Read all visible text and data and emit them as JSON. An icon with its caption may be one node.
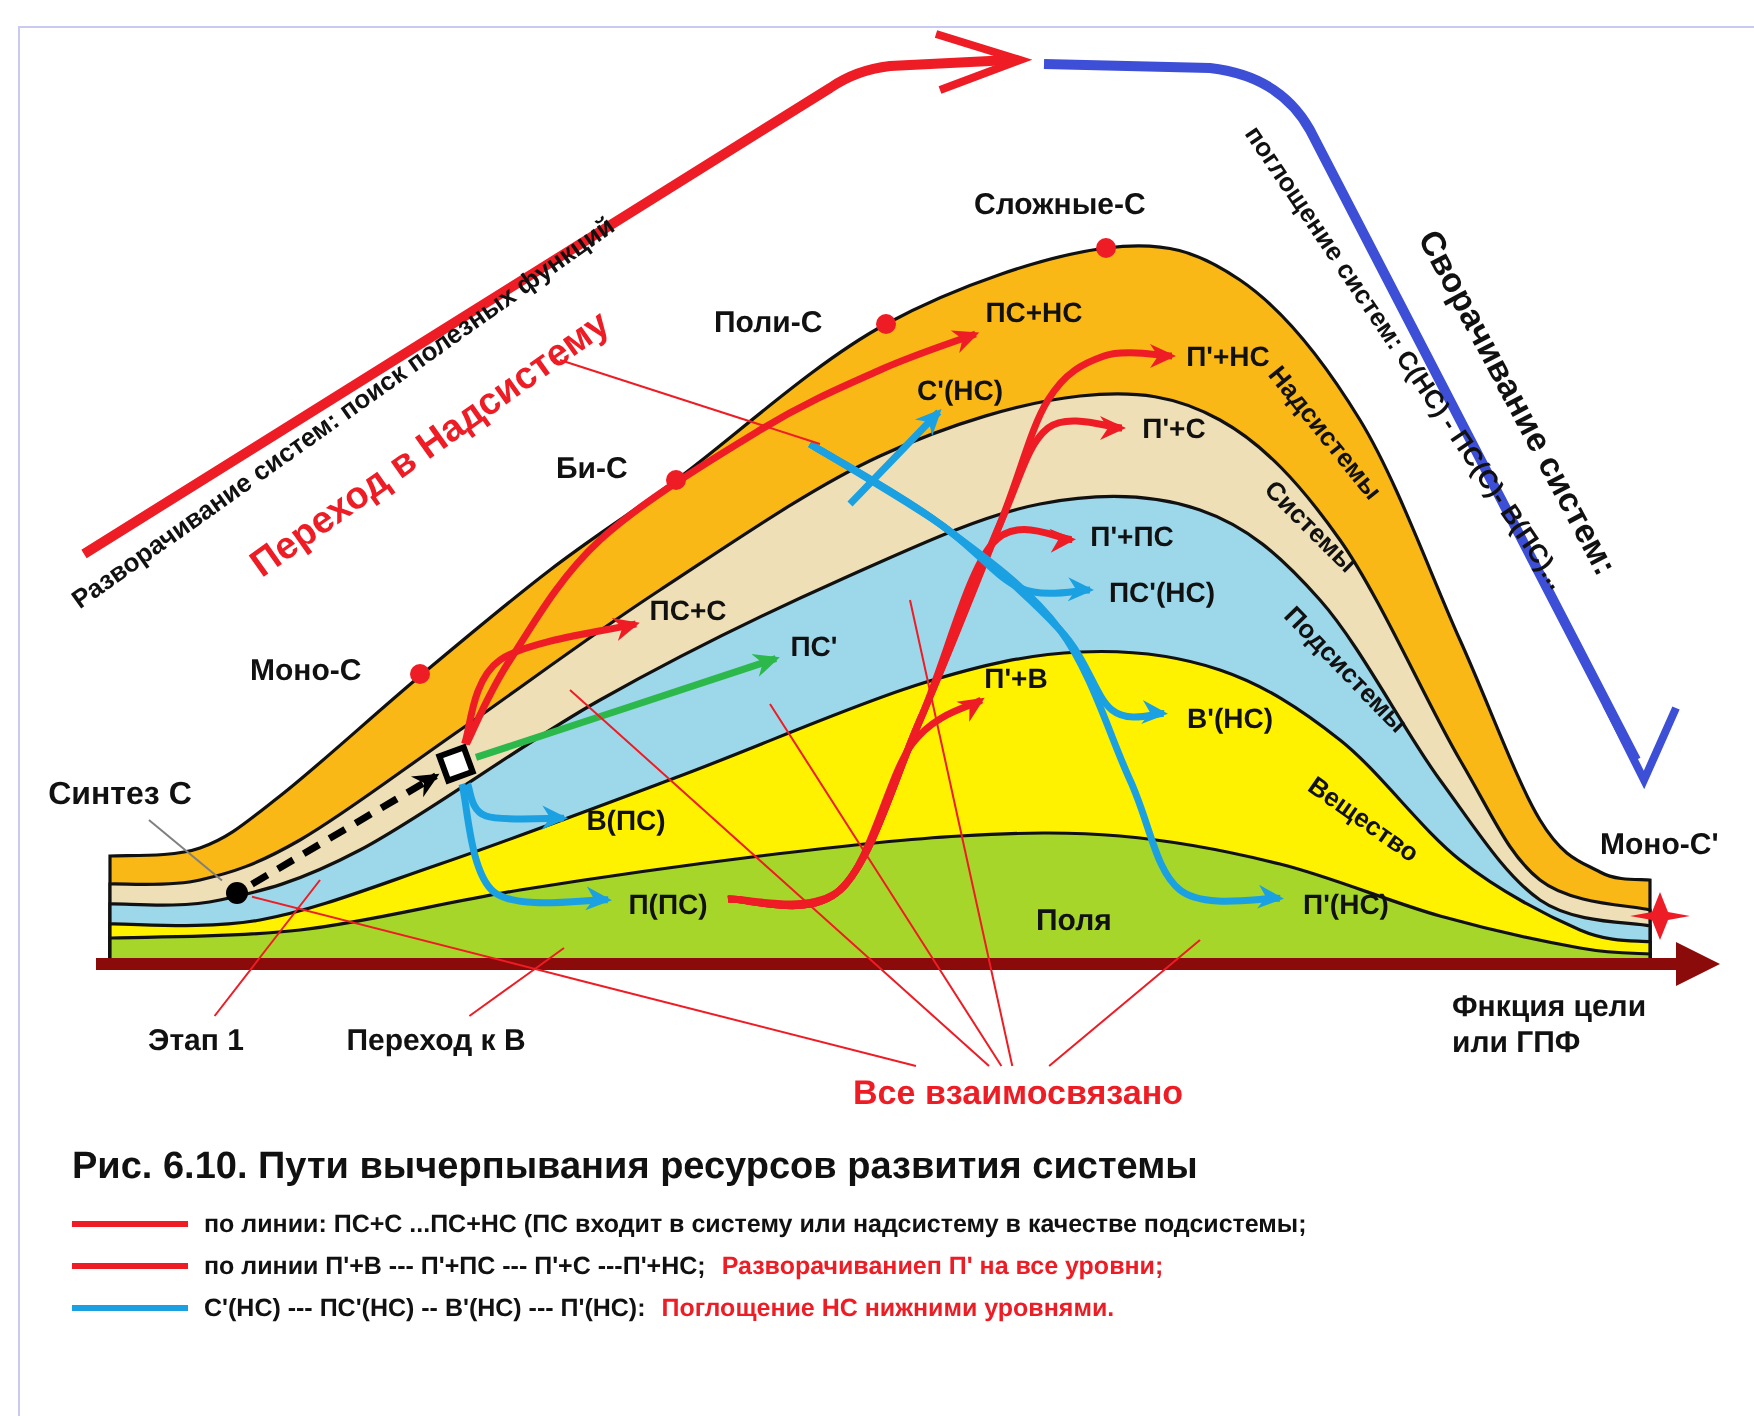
{
  "diagram": {
    "caption": "Рис. 6.10. Пути вычерпывания ресурсов развития системы",
    "nodes": [
      {
        "text": [],
        "shape": "circle"
      },
      {
        "text": [],
        "shape": "box"
      },
      {
        "text": [
          "ПС+С"
        ]
      },
      {
        "text": [
          "ПС'"
        ]
      },
      {
        "text": [
          "В(ПС)"
        ]
      },
      {
        "text": [
          "П(ПС)"
        ]
      },
      {
        "text": [
          "ПС+НС"
        ]
      },
      {
        "text": [
          "П'+НС"
        ]
      },
      {
        "text": [
          "С'(НС)"
        ]
      },
      {
        "text": [
          "П'+С"
        ]
      },
      {
        "text": [
          "П'+ПС"
        ]
      },
      {
        "text": [
          "ПС'(НС)"
        ]
      },
      {
        "text": [
          "П'+В"
        ]
      },
      {
        "text": [
          "В'(НС)"
        ]
      },
      {
        "text": [
          "П'(НС)"
        ]
      },
      {
        "text": [
          "Синтез С"
        ]
      },
      {
        "text": [
          "Этап 1"
        ]
      },
      {
        "text": [
          "Переход к В"
        ]
      },
      {
        "text": [
          "Все взаимосвязано"
        ]
      },
      {
        "text": [
          "Переход в Надсистему"
        ]
      }
    ],
    "edges": [
      {
        "from": 0,
        "to": 1,
        "arrow": "to",
        "style": "dashed",
        "color": "#000000"
      },
      {
        "from": 1,
        "to": 2,
        "arrow": "to"
      },
      {
        "from": 1,
        "to": 6,
        "arrow": "to"
      },
      {
        "from": 1,
        "to": 3,
        "arrow": "to",
        "color": "#2db84b"
      },
      {
        "from": 1,
        "to": 4,
        "arrow": "to",
        "color": "#1ba1e2"
      },
      {
        "from": 1,
        "to": 5,
        "arrow": "to",
        "color": "#1ba1e2"
      },
      {
        "from": 5,
        "to": 7,
        "arrow": "to"
      },
      {
        "from": 5,
        "to": 12,
        "arrow": "to"
      },
      {
        "from": 5,
        "to": 10,
        "arrow": "to"
      },
      {
        "from": 5,
        "to": 9,
        "arrow": "to"
      },
      {
        "from": null,
        "to": 8,
        "arrow": "to",
        "color": "#1ba1e2"
      },
      {
        "from": null,
        "to": 11,
        "arrow": "to",
        "color": "#1ba1e2"
      },
      {
        "from": null,
        "to": 13,
        "arrow": "to",
        "color": "#1ba1e2"
      },
      {
        "from": null,
        "to": 14,
        "arrow": "to",
        "color": "#1ba1e2"
      },
      {
        "from": 15,
        "to": 0,
        "arrow": "none",
        "color": "#808080"
      },
      {
        "from": 16,
        "to": null,
        "arrow": "none"
      },
      {
        "from": 17,
        "to": null,
        "arrow": "none"
      },
      {
        "from": 18,
        "to": 0,
        "arrow": "none"
      },
      {
        "from": 18,
        "to": null,
        "arrow": "none"
      },
      {
        "from": 18,
        "to": null,
        "arrow": "none"
      },
      {
        "from": 18,
        "to": null,
        "arrow": "none"
      },
      {
        "from": 18,
        "to": null,
        "arrow": "none"
      },
      {
        "from": 19,
        "to": null,
        "arrow": "none"
      }
    ],
    "labels": [
      "Разворачивание систем: поиск полезных функций",
      "Моно-С",
      "Би-С",
      "Поли-С",
      "Сложные-С",
      "поглощение систем: С(НС) - ПС(С)- В(ПС)...",
      "Сворачивание систем:",
      "Надсистемы",
      "Системы",
      "Подсистемы",
      "Вещество",
      "Поля",
      "Моно-С'",
      "Фнкция цели или ГПФ",
      "Разворачиваниеп П' на все  уровни;",
      "Поглощение НС нижними уровнями."
    ],
    "legend": [
      {
        "text": "по линии: ПС+С ...ПС+НС (ПС входит в систему или надсистему в качестве подсистемы;",
        "color": "#ee1c24"
      },
      {
        "text": "по линии П'+В --- П'+ПС --- П'+С ---П'+НС;",
        "color": "#ee1c24"
      },
      {
        "text": "С'(НС) --- ПС'(НС) -- В'(НС) --- П'(НС):",
        "color": "#1ba1e2"
      }
    ]
  }
}
